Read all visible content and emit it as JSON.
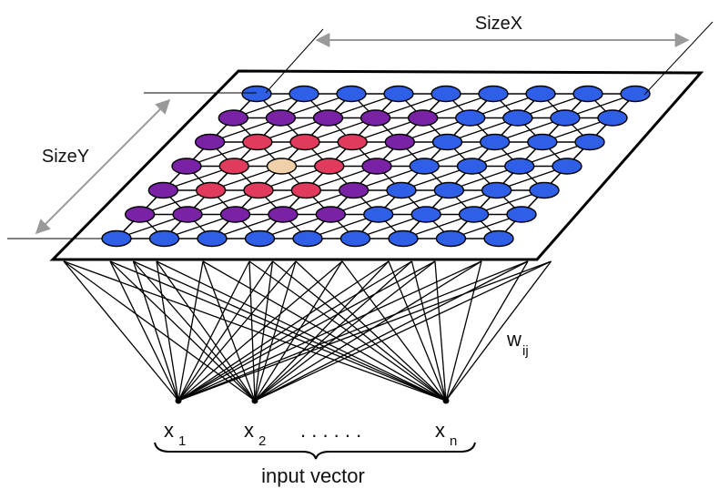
{
  "labels": {
    "size_x": "SizeX",
    "size_y": "SizeY",
    "weight": "w",
    "weight_sub": "ij",
    "input_x": "x",
    "input_subs": [
      "1",
      "2",
      "n"
    ],
    "ellipsis": ". . . . . .",
    "caption": "input vector"
  },
  "grid": {
    "columns": 9,
    "rows": 7,
    "colors": {
      "blue": "#2f5fe6",
      "purple": "#7a22a6",
      "red": "#e03a5c",
      "winner": "#f0d0a8",
      "line": "#000000"
    },
    "cell_colors": [
      [
        "blue",
        "blue",
        "blue",
        "blue",
        "blue",
        "blue",
        "blue",
        "blue",
        "blue"
      ],
      [
        "purple",
        "purple",
        "purple",
        "purple",
        "purple",
        "blue",
        "blue",
        "blue",
        "blue"
      ],
      [
        "purple",
        "red",
        "red",
        "red",
        "purple",
        "blue",
        "blue",
        "blue",
        "blue"
      ],
      [
        "purple",
        "red",
        "winner",
        "red",
        "purple",
        "blue",
        "blue",
        "blue",
        "blue"
      ],
      [
        "purple",
        "red",
        "red",
        "red",
        "purple",
        "blue",
        "blue",
        "blue",
        "blue"
      ],
      [
        "purple",
        "purple",
        "purple",
        "purple",
        "purple",
        "blue",
        "blue",
        "blue",
        "blue"
      ],
      [
        "blue",
        "blue",
        "blue",
        "blue",
        "blue",
        "blue",
        "blue",
        "blue",
        "blue"
      ]
    ]
  }
}
